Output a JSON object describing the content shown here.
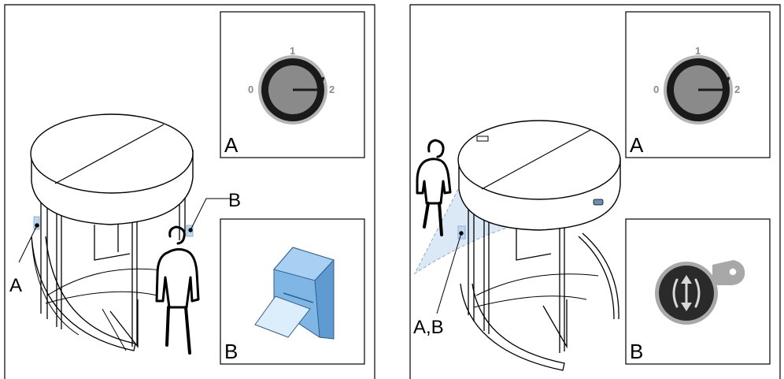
{
  "panels": [
    {
      "id": "left",
      "callout_a": "A",
      "callout_b": "B",
      "inset_a": {
        "label": "A",
        "dial": {
          "pos0": "0",
          "pos1": "1",
          "pos2": "2"
        }
      },
      "inset_b": {
        "label": "B"
      }
    },
    {
      "id": "right",
      "callout_ab": "A,B",
      "inset_a": {
        "label": "A",
        "dial": {
          "pos0": "0",
          "pos1": "1",
          "pos2": "2"
        }
      },
      "inset_b": {
        "label": "B"
      }
    }
  ],
  "colors": {
    "line": "#000000",
    "dial_ring": "#1a1a1a",
    "dial_face": "#8a8a8a",
    "dial_outer": "#b5b5b5",
    "card_reader": "#7fb6e6",
    "sensor_beam": "#dbe9f7",
    "button_tag": "#a8a8a8"
  },
  "icons": [
    "rotary-key-switch-icon",
    "card-reader-icon",
    "push-button-arrows-icon",
    "person-icon",
    "revolving-door-icon",
    "motion-sensor-icon"
  ]
}
